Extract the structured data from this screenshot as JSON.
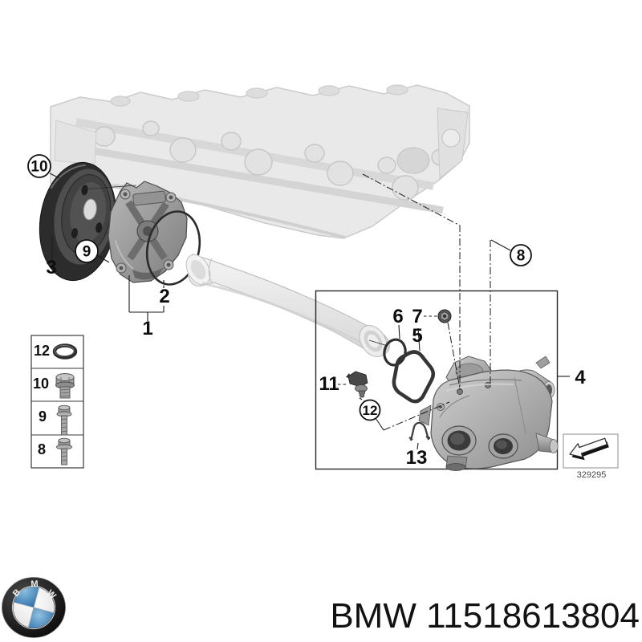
{
  "branding": {
    "caption": "BMW 11518613804",
    "logo": {
      "letters": [
        "B",
        "M",
        "W"
      ],
      "blue": "#2e76ae",
      "ring_color": "#1b1b1b"
    }
  },
  "diagram": {
    "drawing_number": "329295",
    "callouts": {
      "c1": "1",
      "c2": "2",
      "c3": "3",
      "c4": "4",
      "c5": "5",
      "c6": "6",
      "c7": "7",
      "c8": "8",
      "c9": "9",
      "c10": "10",
      "c11": "11",
      "c12": "12",
      "c13": "13"
    },
    "circled_callouts": [
      "10",
      "9",
      "12",
      "8"
    ],
    "legend_rows": [
      {
        "num": "12",
        "icon": "o-ring-icon"
      },
      {
        "num": "10",
        "icon": "screw-plug-icon"
      },
      {
        "num": "9",
        "icon": "hex-bolt-icon"
      },
      {
        "num": "8",
        "icon": "hex-bolt-long-icon"
      }
    ],
    "line_color": "#1a1a1a"
  }
}
